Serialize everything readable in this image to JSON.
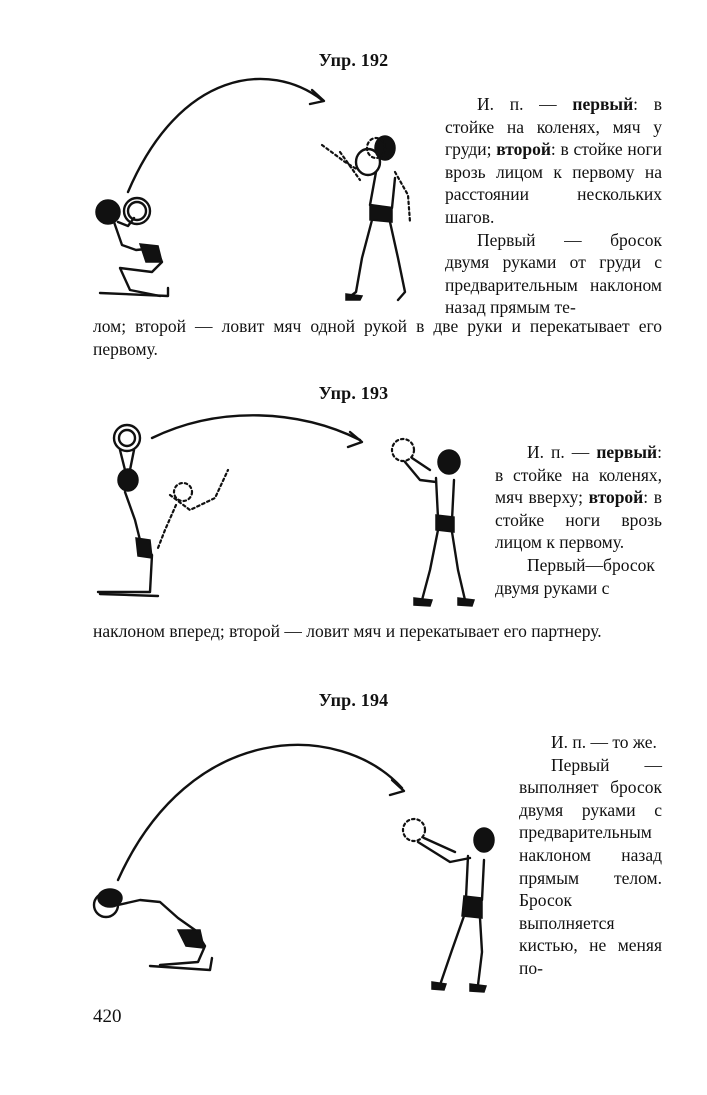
{
  "page_number": "420",
  "exercises": [
    {
      "title": "Упр. 192",
      "side_para1": [
        "И. п. — ",
        "первый",
        ": в стойке на коленях, мяч у груди; ",
        "второй",
        ": в стойке ноги врозь лицом к первому на расстоянии нескольких шагов."
      ],
      "side_para2": "Первый — бросок двумя руками от груди с предварительным наклоном назад прямым те-",
      "full_text": "лом; второй — ловит мяч одной рукой в две руки и перекатывает его первому."
    },
    {
      "title": "Упр. 193",
      "side_para1": [
        "И. п. — ",
        "первый",
        ": в стойке на коленях, мяч вверху; ",
        "второй",
        ": в стойке ноги врозь лицом к первому."
      ],
      "side_para2": "Первый—бросок двумя руками с",
      "full_text": "наклоном вперед; второй — ловит мяч и перекатывает его партнеру."
    },
    {
      "title": "Упр. 194",
      "side_para1": "И. п. — то же.",
      "side_para2": "Первый — выполняет бросок двумя руками с предварительным наклоном назад прямым телом. Бросок выполняется кистью, не меняя по-"
    }
  ]
}
